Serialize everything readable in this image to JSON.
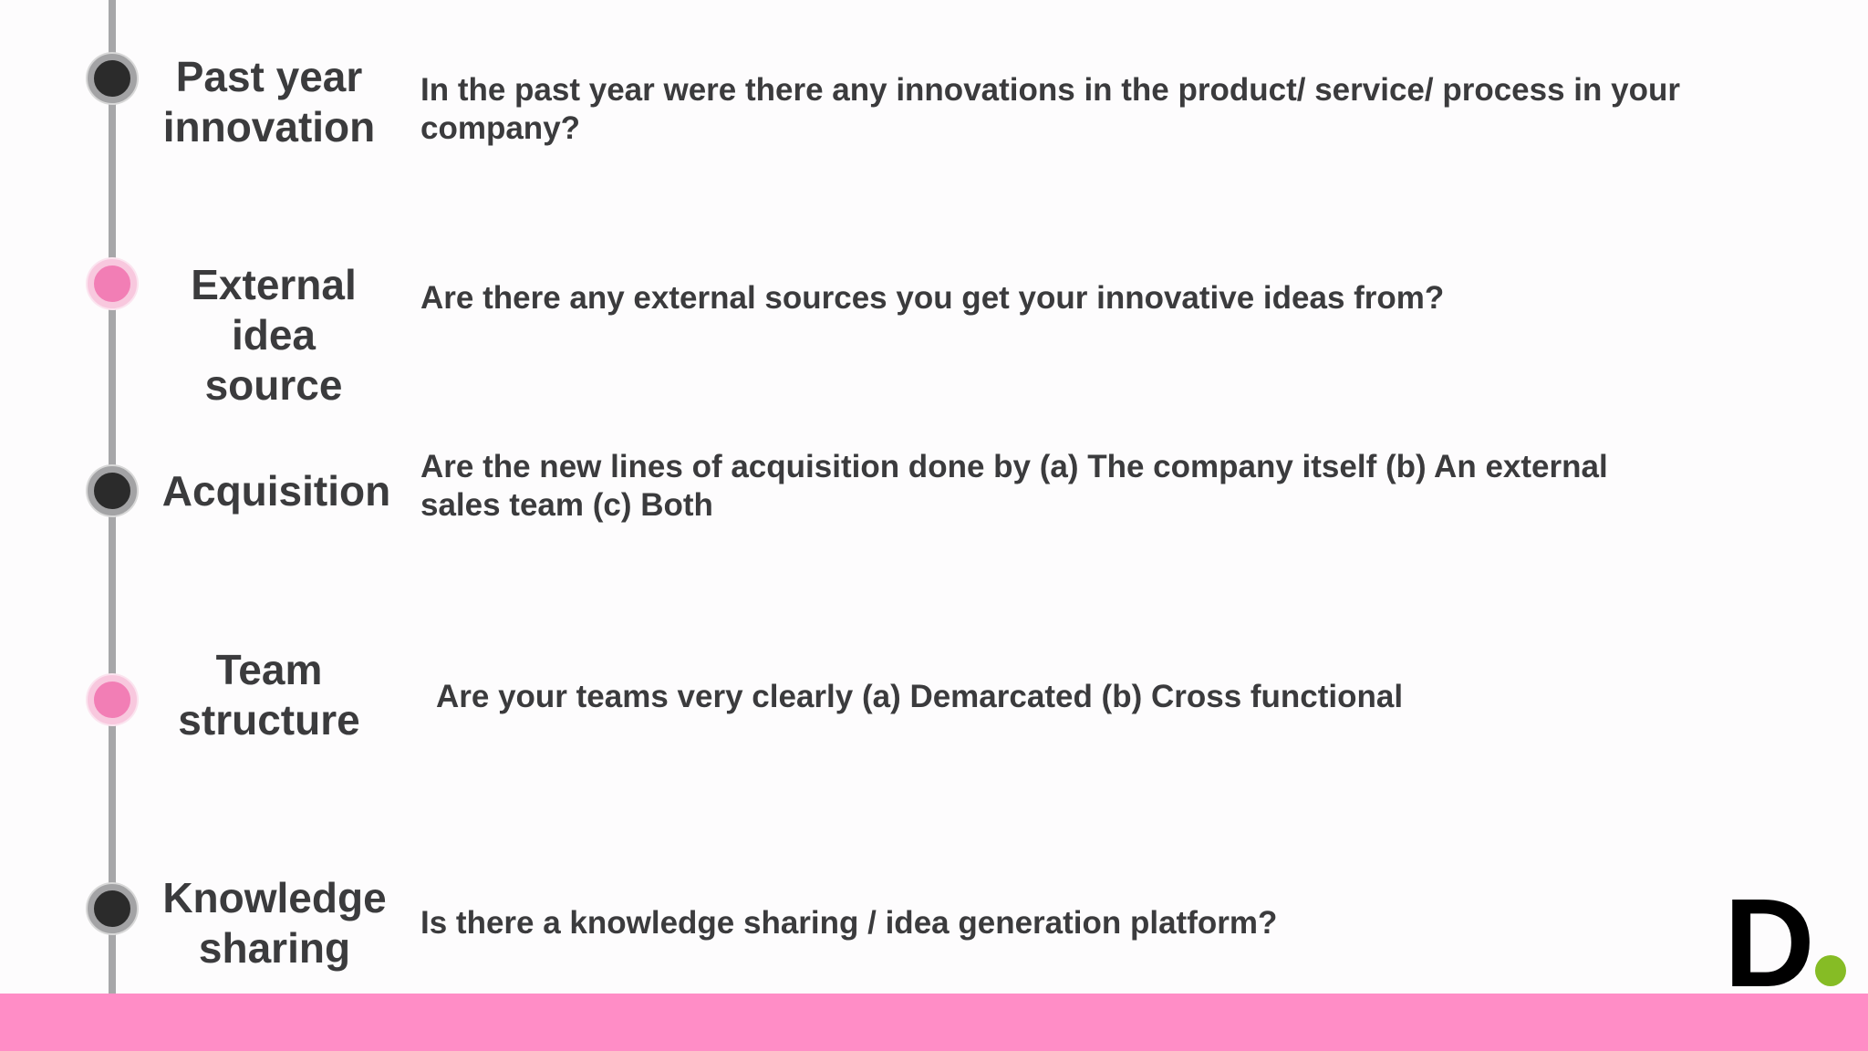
{
  "items": [
    {
      "label": "Past year\ninnovation",
      "question": "In the past year were there any innovations in the product/ service/ process in your\ncompany?",
      "marker": "dark"
    },
    {
      "label": "External\nidea\nsource",
      "question": "Are there any external sources you get your innovative ideas from?",
      "marker": "pink"
    },
    {
      "label": "Acquisition",
      "question": "Are the new lines of acquisition done by (a) The company itself (b) An external\nsales team (c) Both",
      "marker": "dark"
    },
    {
      "label": "Team\nstructure",
      "question": "Are your teams very clearly (a) Demarcated (b) Cross functional",
      "marker": "pink"
    },
    {
      "label": "Knowledge\nsharing",
      "question": "Is there a knowledge sharing / idea generation platform?",
      "marker": "dark"
    }
  ],
  "logo": {
    "letter": "D",
    "dot_color": "#86bc25"
  },
  "colors": {
    "accent_pink": "#ff8dc6",
    "marker_pink": "#f27eb5",
    "marker_dark": "#2b2b2b",
    "text": "#3b3b3d"
  }
}
